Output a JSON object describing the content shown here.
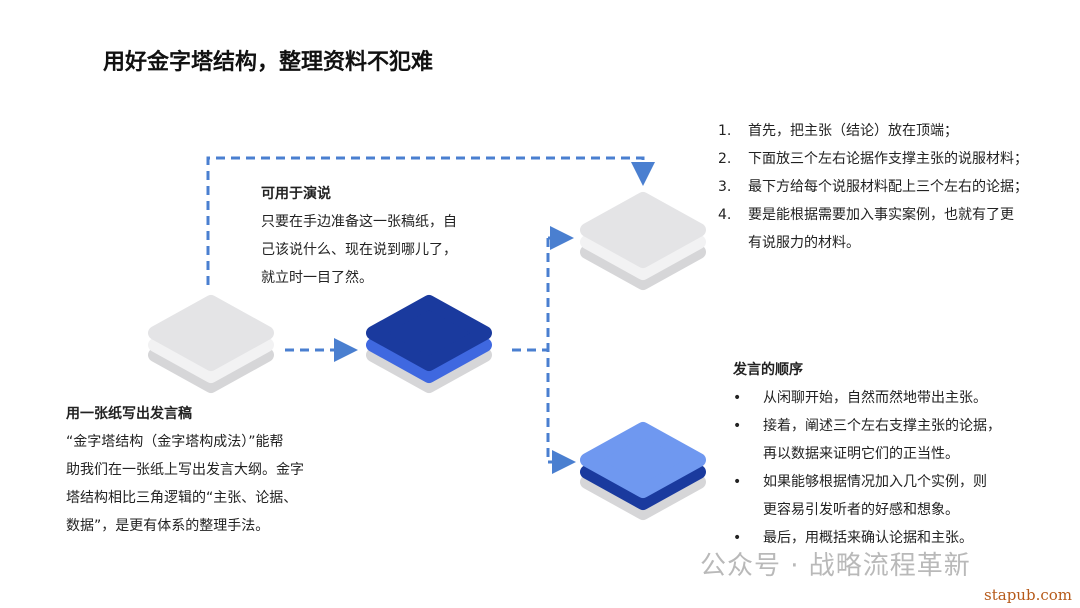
{
  "title": "用好金字塔结构，整理资料不犯难",
  "speech": {
    "heading": "可用于演说",
    "lines": [
      "只要在手边准备这一张稿纸，自",
      "己该说什么、现在说到哪儿了，",
      "就立时一目了然。"
    ]
  },
  "paper": {
    "heading": "用一张纸写出发言稿",
    "lines": [
      "“金字塔结构（金字塔构成法）”能帮",
      "助我们在一张纸上写出发言大纲。金字",
      "塔结构相比三角逻辑的“主张、论据、",
      "数据”，是更有体系的整理手法。"
    ]
  },
  "steps": [
    {
      "num": "1.",
      "lines": [
        "首先，把主张（结论）放在顶端；"
      ]
    },
    {
      "num": "2.",
      "lines": [
        "下面放三个左右论据作支撑主张的说服材料；"
      ]
    },
    {
      "num": "3.",
      "lines": [
        "最下方给每个说服材料配上三个左右的论据；"
      ]
    },
    {
      "num": "4.",
      "lines": [
        "要是能根据需要加入事实案例，也就有了更",
        "有说服力的材料。"
      ]
    }
  ],
  "order": {
    "heading": "发言的顺序",
    "bullet": "•",
    "items": [
      {
        "lines": [
          "从闲聊开始，自然而然地带出主张。"
        ]
      },
      {
        "lines": [
          "接着，阐述三个左右支撑主张的论据，",
          "再以数据来证明它们的正当性。"
        ]
      },
      {
        "lines": [
          "如果能够根据情况加入几个实例，则",
          "更容易引发听者的好感和想象。"
        ]
      },
      {
        "lines": [
          "最后，用概括来确认论据和主张。"
        ]
      }
    ]
  },
  "watermark": "公众号 · 战略流程革新",
  "site": "stapub.com",
  "colors": {
    "dash": "#4a7fd0",
    "dark": "#1a3a9e",
    "light": "#6f98f0",
    "grey": "#e4e4e6"
  }
}
